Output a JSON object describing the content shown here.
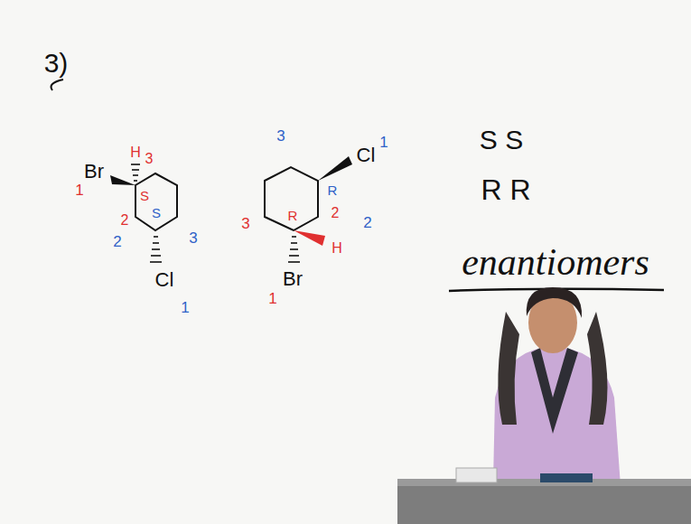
{
  "diagram": {
    "labels": [
      "3)",
      "Br",
      "1",
      "H",
      "3",
      "S",
      "2",
      "2",
      "S",
      "3",
      "Cl",
      "1",
      "3",
      "Cl",
      "1",
      "R",
      "3",
      "R",
      "2",
      "2",
      "H",
      "Br",
      "1",
      "S S",
      "R R",
      "enantiomers"
    ]
  }
}
